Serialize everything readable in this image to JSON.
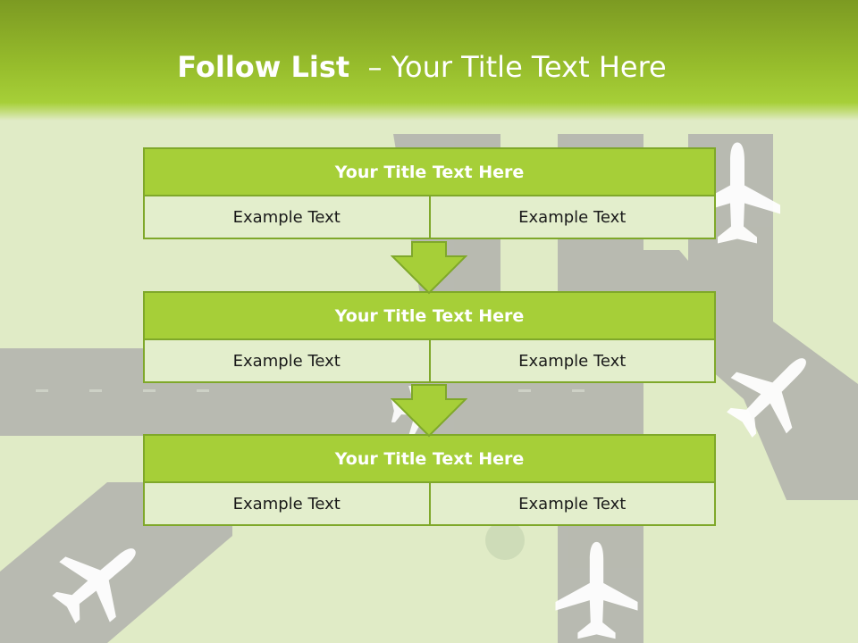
{
  "slide": {
    "title_bold": "Follow List",
    "title_rest": "– Your Title Text Here",
    "colors": {
      "header": "#a6cf38",
      "border": "#7fa82a",
      "cell_fill": "#e3eecc",
      "background": "#e0ebc6",
      "runway": "#b4b5ae",
      "plane": "#ffffff"
    }
  },
  "blocks": [
    {
      "title": "Your Title Text Here",
      "cells": [
        "Example Text",
        "Example Text"
      ]
    },
    {
      "title": "Your Title Text Here",
      "cells": [
        "Example Text",
        "Example Text"
      ]
    },
    {
      "title": "Your Title Text Here",
      "cells": [
        "Example Text",
        "Example Text"
      ]
    }
  ],
  "connectors": [
    "arrow-down-icon",
    "arrow-down-icon"
  ],
  "decorations": [
    "runway",
    "airplane-icon"
  ]
}
